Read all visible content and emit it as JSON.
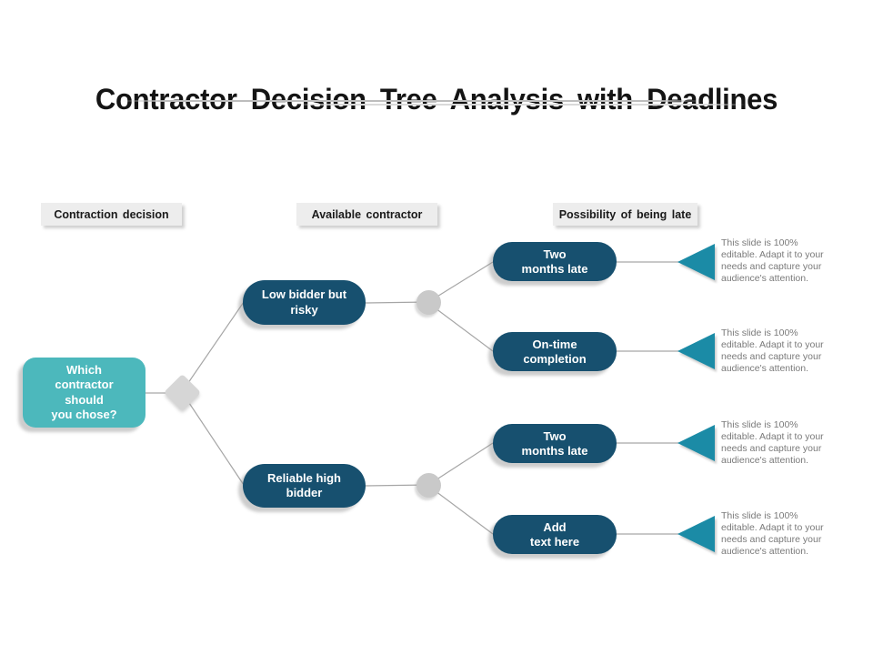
{
  "slide": {
    "title": "Contractor Decision Tree Analysis with Deadlines"
  },
  "column_headers": [
    {
      "label": "Contraction decision"
    },
    {
      "label": "Available contractor"
    },
    {
      "label": "Possibility of being late"
    }
  ],
  "decision_tree": {
    "root": {
      "label": "Which\ncontractor\nshould\nyou chose?"
    },
    "branches": [
      {
        "label": "Low bidder but\nrisky"
      },
      {
        "label": "Reliable high\nbidder"
      }
    ],
    "outcomes": [
      {
        "label": "Two\nmonths late"
      },
      {
        "label": "On-time\ncompletion"
      },
      {
        "label": "Two\nmonths late"
      },
      {
        "label": "Add\ntext here"
      }
    ]
  },
  "notes": [
    "This slide is 100%\neditable. Adapt it to your\nneeds and capture your\naudience's attention.",
    "This slide is 100%\neditable. Adapt it to your\nneeds and capture your\naudience's attention.",
    "This slide is 100%\neditable. Adapt it to your\nneeds and capture your\naudience's attention.",
    "This slide is 100%\neditable. Adapt it to your\nneeds and capture your\naudience's attention."
  ],
  "colors": {
    "outcome_node": "#17506F",
    "root_node": "#4CB8BC",
    "arrow_triangle": "#1B8BA6",
    "connector_line": "#A6A6A6",
    "connector_shape": "#D2D2D2",
    "header_background": "#EDEDED",
    "note_text": "#7A7A7A"
  }
}
